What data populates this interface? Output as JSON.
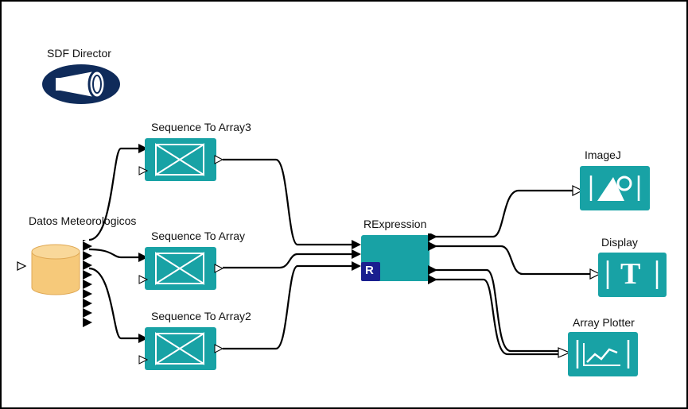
{
  "director": {
    "label": "SDF Director",
    "icon": "director-megaphone-icon",
    "color": "#0f2b5a"
  },
  "actors": {
    "source": {
      "label": "Datos Meteorologicos",
      "icon": "database-cylinder-icon",
      "color": "#f6c97a"
    },
    "seq3": {
      "label": "Sequence To Array3",
      "icon": "sequence-to-array-icon"
    },
    "seq1": {
      "label": "Sequence To Array",
      "icon": "sequence-to-array-icon"
    },
    "seq2": {
      "label": "Sequence To Array2",
      "icon": "sequence-to-array-icon"
    },
    "rexpr": {
      "label": "RExpression",
      "badge": "R",
      "badge_color": "#1a1f8f"
    },
    "imagej": {
      "label": "ImageJ",
      "icon": "image-mountain-icon"
    },
    "display": {
      "label": "Display",
      "icon": "text-t-icon",
      "glyph": "T"
    },
    "plotter": {
      "label": "Array Plotter",
      "icon": "line-chart-icon"
    }
  },
  "colors": {
    "actor_fill": "#18a2a5",
    "actor_dark": "#0f7f82",
    "wire": "#000000"
  }
}
